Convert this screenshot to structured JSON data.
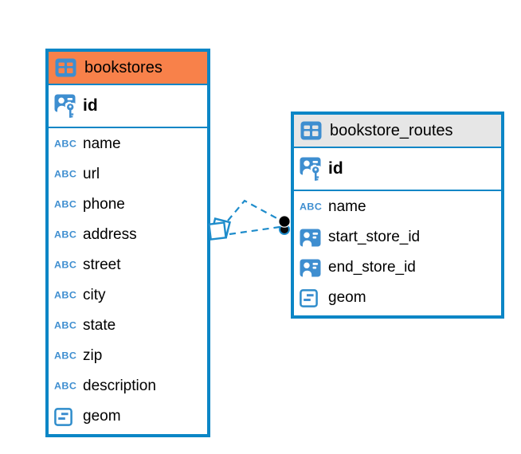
{
  "diagram": {
    "kind": "entity-relationship-diagram",
    "icons": {
      "text_label": "ABC"
    },
    "colors": {
      "table_border": "#0B86C6",
      "icon_blue": "#3E8ED0",
      "header_bookstores": "#F8814A",
      "header_bookstore_routes": "#E6E6E6",
      "relation_line": "#1E8CCB",
      "relation_end_dot": "#000000",
      "text": "#000000"
    },
    "tables": [
      {
        "name": "bookstores",
        "columns": [
          {
            "name": "id",
            "type_icon": "primary-key-icon"
          },
          {
            "name": "name",
            "type_icon": "text-icon"
          },
          {
            "name": "url",
            "type_icon": "text-icon"
          },
          {
            "name": "phone",
            "type_icon": "text-icon"
          },
          {
            "name": "address",
            "type_icon": "text-icon"
          },
          {
            "name": "street",
            "type_icon": "text-icon"
          },
          {
            "name": "city",
            "type_icon": "text-icon"
          },
          {
            "name": "state",
            "type_icon": "text-icon"
          },
          {
            "name": "zip",
            "type_icon": "text-icon"
          },
          {
            "name": "description",
            "type_icon": "text-icon"
          },
          {
            "name": "geom",
            "type_icon": "geometry-icon"
          }
        ]
      },
      {
        "name": "bookstore_routes",
        "columns": [
          {
            "name": "id",
            "type_icon": "primary-key-icon"
          },
          {
            "name": "name",
            "type_icon": "text-icon"
          },
          {
            "name": "start_store_id",
            "type_icon": "reference-icon"
          },
          {
            "name": "end_store_id",
            "type_icon": "reference-icon"
          },
          {
            "name": "geom",
            "type_icon": "geometry-icon"
          }
        ]
      }
    ],
    "relations": {
      "line_count": 2,
      "line_style": "dashed",
      "source_marker": "overlapping-squares",
      "target_marker": "filled-circles"
    }
  }
}
